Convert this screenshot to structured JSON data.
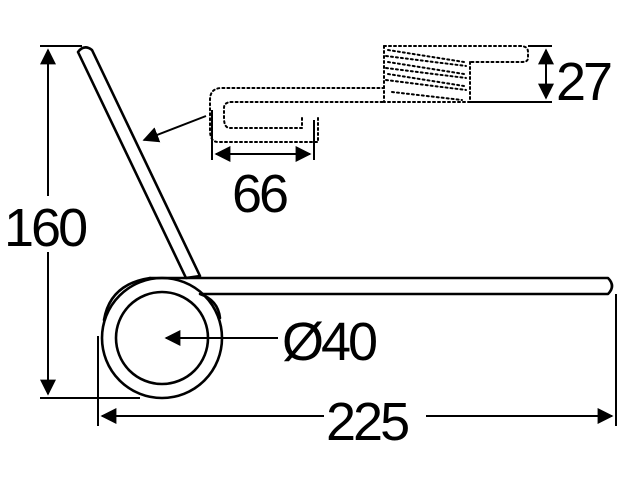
{
  "dimensions": {
    "height": "160",
    "length": "225",
    "coil_diameter": "Ø40",
    "offset_width": "66",
    "coil_width": "27"
  },
  "colors": {
    "ink": "#000000",
    "background": "#ffffff"
  }
}
